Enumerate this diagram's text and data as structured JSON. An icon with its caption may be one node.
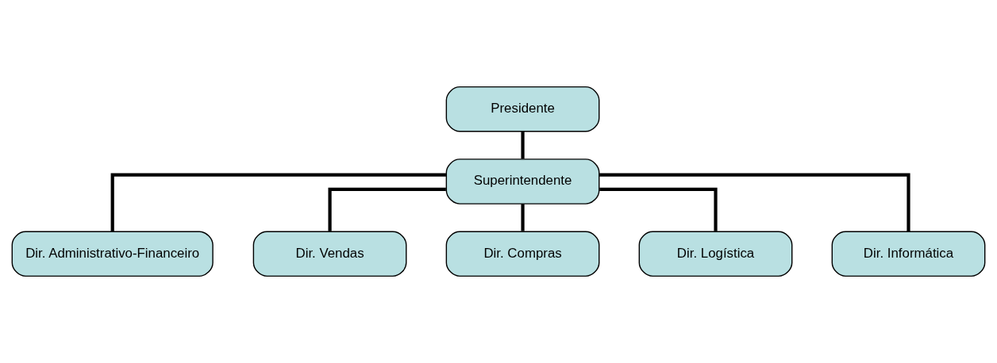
{
  "diagram": {
    "nodes": [
      {
        "text": [
          "Presidente"
        ]
      },
      {
        "text": [
          "Superintendente"
        ]
      },
      {
        "text": [
          "Dir. Administrativo-Financeiro"
        ]
      },
      {
        "text": [
          "Dir. Vendas"
        ]
      },
      {
        "text": [
          "Dir. Compras"
        ]
      },
      {
        "text": [
          "Dir. Logística"
        ]
      },
      {
        "text": [
          "Dir. Informática"
        ]
      }
    ],
    "edges": [
      {
        "from": 0,
        "to": 1,
        "arrow": "none"
      },
      {
        "from": 1,
        "to": 2,
        "arrow": "none"
      },
      {
        "from": 1,
        "to": 3,
        "arrow": "none"
      },
      {
        "from": 1,
        "to": 4,
        "arrow": "none"
      },
      {
        "from": 1,
        "to": 5,
        "arrow": "none"
      },
      {
        "from": 1,
        "to": 6,
        "arrow": "none"
      }
    ]
  }
}
